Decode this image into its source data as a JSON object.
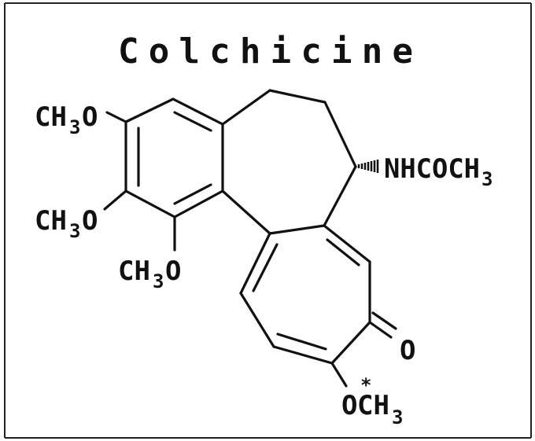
{
  "title": "Colchicine",
  "labels": {
    "ch3o_1": "CH",
    "ch3o_1_sub": "3",
    "ch3o_1_o": "O",
    "ch3o_2": "CH",
    "ch3o_2_sub": "3",
    "ch3o_2_o": "O",
    "ch3o_3": "CH",
    "ch3o_3_sub": "3",
    "ch3o_3_o": "O",
    "nhcoch3": "NHCOCH",
    "nhcoch3_sub": "3",
    "ketone_o": "O",
    "och3_o": "O",
    "och3_ch": "CH",
    "och3_sub": "3",
    "asterisk": "*"
  },
  "colors": {
    "ink": "#111111",
    "background": "#ffffff"
  }
}
